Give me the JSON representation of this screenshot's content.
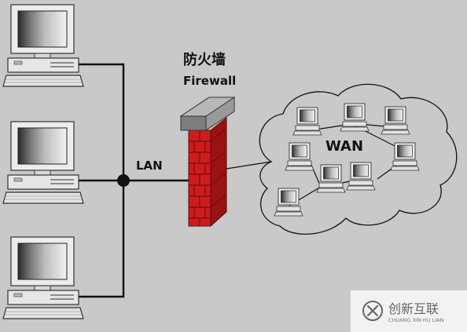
{
  "firewall": {
    "title_cn": "防火墙",
    "title_en": "Firewall"
  },
  "lan": {
    "label": "LAN"
  },
  "wan": {
    "label": "WAN"
  },
  "watermark": {
    "brand_cn": "创新互联",
    "brand_pinyin": "CHUANG XIN HU LIAN"
  },
  "colors": {
    "background": "#c9c9c9",
    "brick_red": "#cc1d1d",
    "mortar": "#8a0d0d",
    "cap_gray": "#8a8a8a",
    "line": "#111111"
  }
}
